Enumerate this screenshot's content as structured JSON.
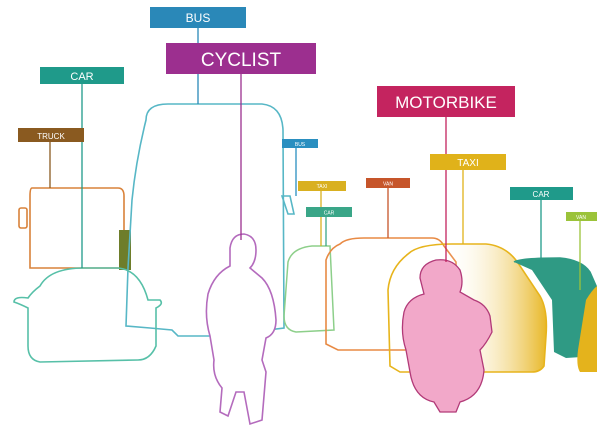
{
  "labels": {
    "bus": "BUS",
    "cyclist": "CYCLIST",
    "car_left": "CAR",
    "truck": "TRUCK",
    "motorbike": "MOTORBIKE",
    "taxi_right": "TAXI",
    "car_right": "CAR",
    "bus_small": "BUS",
    "taxi_small": "TAXI",
    "van": "VAN",
    "car_small": "CAR",
    "van_far": "VAN"
  },
  "colors": {
    "bus": "#1f8fb5",
    "cyclist": "#9c2f8f",
    "car_left": "#1f9a8a",
    "truck": "#8a5a20",
    "motorbike": "#c4245f",
    "taxi": "#e0b21a",
    "car_right": "#1f9a8a",
    "van": "#c6552a",
    "van_far": "#9bc33a",
    "bus_small": "#2a8fc0",
    "taxi_small": "#d9b020",
    "car_small": "#3aa688"
  }
}
